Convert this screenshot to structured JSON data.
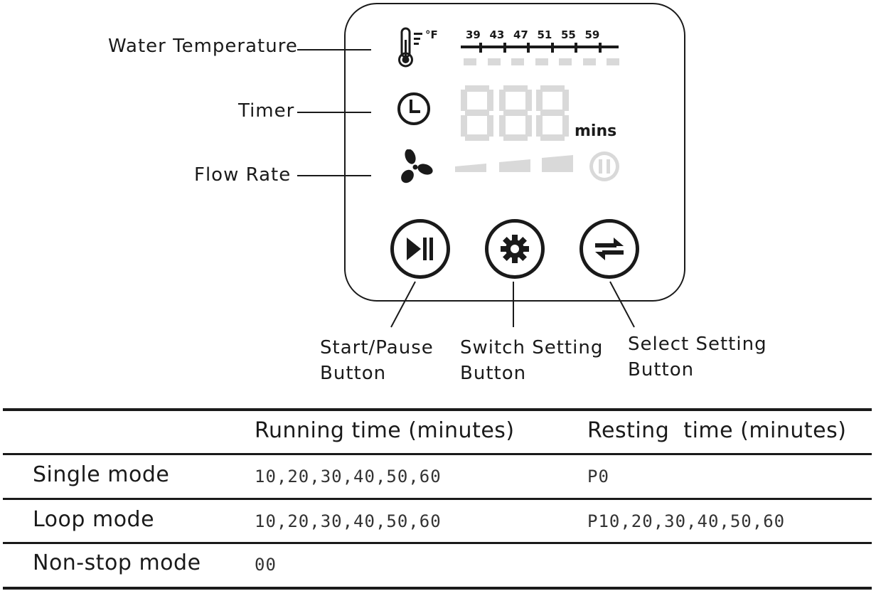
{
  "callouts": {
    "water_temperature": "Water Temperature",
    "timer": "Timer",
    "flow_rate": "Flow Rate",
    "start_pause": [
      "Start/Pause",
      "Button"
    ],
    "switch_setting": [
      "Switch Setting",
      "Button"
    ],
    "select_setting": [
      "Select Setting",
      "Button"
    ]
  },
  "display": {
    "temp_unit": "°F",
    "temp_scale": [
      "39",
      "43",
      "47",
      "51",
      "55",
      "59"
    ],
    "timer_unit": "mins"
  },
  "table": {
    "headers": [
      "",
      "Running time (minutes)",
      "Resting  time (minutes)"
    ],
    "rows": [
      {
        "mode": "Single mode",
        "running": "10,20,30,40,50,60",
        "resting": "P0"
      },
      {
        "mode": "Loop mode",
        "running": "10,20,30,40,50,60",
        "resting": "P10,20,30,40,50,60"
      },
      {
        "mode": "Non-stop mode",
        "running": "00",
        "resting": ""
      }
    ]
  },
  "colors": {
    "ink": "#1a1a1a",
    "inactive_segment": "#d9d9d9"
  }
}
